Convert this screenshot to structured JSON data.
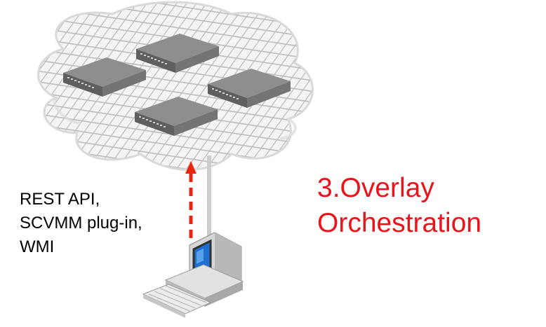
{
  "labels": {
    "api_line1": "REST API,",
    "api_line2": "SCVMM plug-in,",
    "api_line3": "WMI",
    "title_line1": "3.Overlay",
    "title_line2": "Orchestration"
  },
  "colors": {
    "title": "#e8141b",
    "arrow": "#e8250f",
    "cloud_fill": "#f2f2f2",
    "cloud_grid": "#c8c8c8",
    "switch_top": "#8c8c8c",
    "switch_side": "#5e5e5e",
    "screen": "#1e6fd0"
  },
  "icons": {
    "network": "cloud-network-icon",
    "device": "network-switch-icon",
    "terminal": "desktop-computer-icon",
    "flow": "dashed-arrow-icon"
  }
}
